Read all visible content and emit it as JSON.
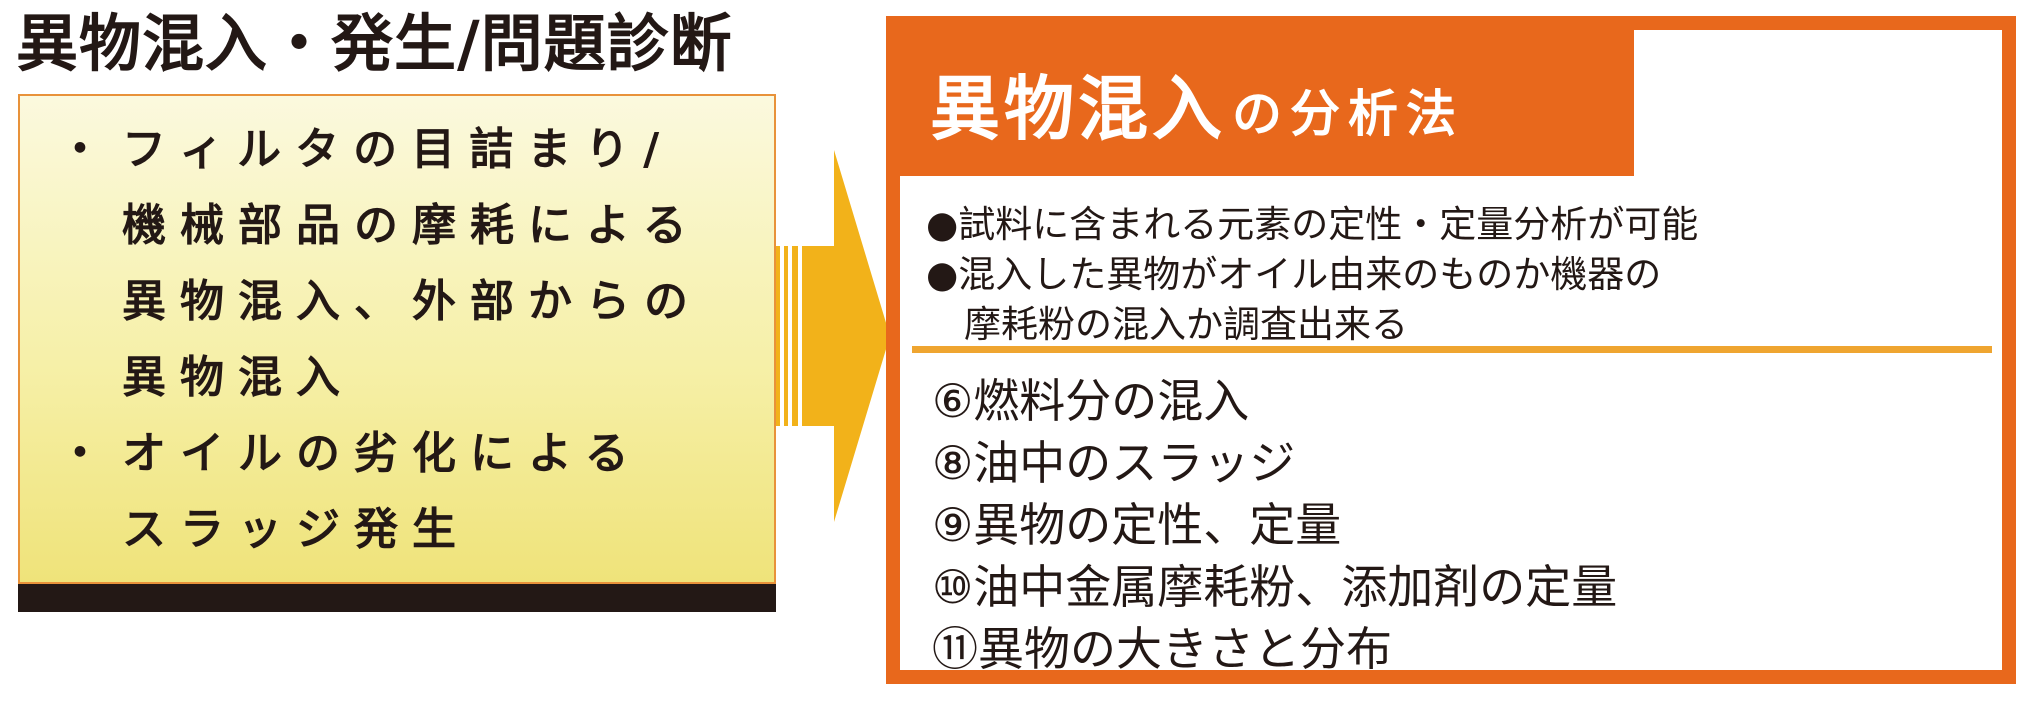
{
  "title": "異物混入・発生/問題診断",
  "causes": [
    {
      "bullet": "・",
      "text": "フィルタの目詰まり/\n機械部品の摩耗による\n異物混入、外部からの\n異物混入"
    },
    {
      "bullet": "・",
      "text": "オイルの劣化による\nスラッジ発生"
    }
  ],
  "method": {
    "title_main": "異物混入",
    "title_sub": "の分析法",
    "features": [
      "●試料に含まれる元素の定性・定量分析が可能",
      "●混入した異物がオイル由来のものか機器の",
      "摩耗粉の混入か調査出来る"
    ],
    "analyses": [
      "⑥燃料分の混入",
      "⑧油中のスラッジ",
      "⑨異物の定性、定量",
      "⑩油中金属摩耗粉、添加剤の定量",
      "⑪異物の大きさと分布"
    ]
  },
  "colors": {
    "accent_orange": "#e8681c",
    "arrow_yellow": "#f2b21a",
    "divider_yellow": "#efa530",
    "box_yellow": "#f6f0a8",
    "text_dark": "#231815"
  },
  "icons": [
    "right-arrow-icon"
  ]
}
